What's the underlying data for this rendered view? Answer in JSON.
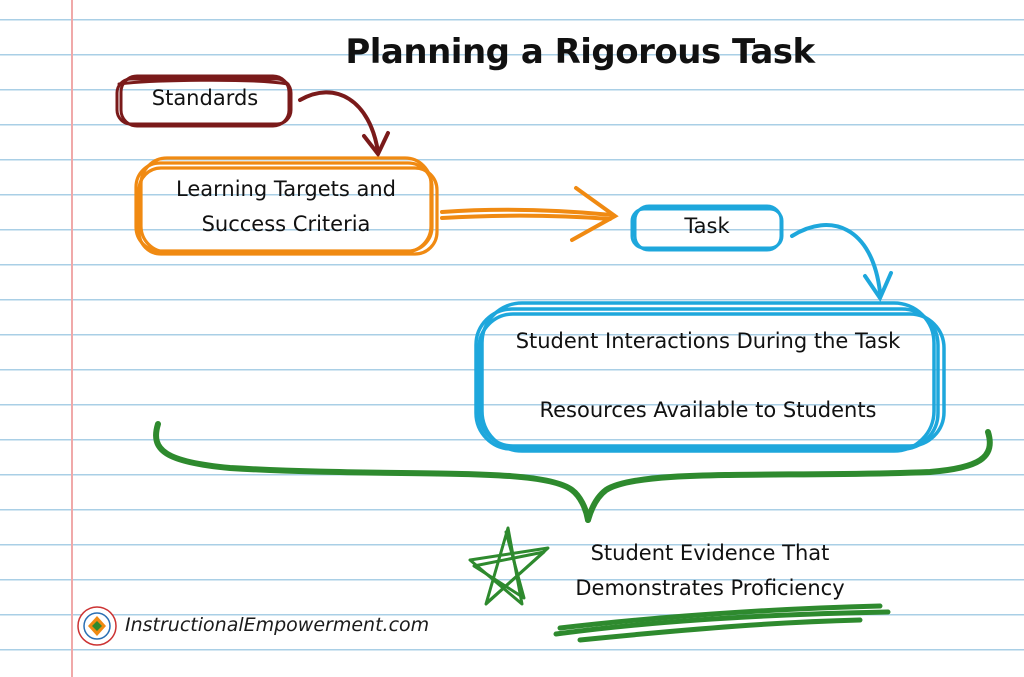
{
  "diagram": {
    "title": "Planning a Rigorous Task",
    "nodes": {
      "standards": "Standards",
      "learning_targets_line1": "Learning Targets and",
      "learning_targets_line2": "Success Criteria",
      "task": "Task",
      "student_interactions": "Student Interactions During the Task",
      "resources": "Resources Available to Students",
      "evidence_line1": "Student Evidence That",
      "evidence_line2": "Demonstrates Proficiency"
    },
    "edges": [
      {
        "from": "Standards",
        "to": "Learning Targets and Success Criteria"
      },
      {
        "from": "Learning Targets and Success Criteria",
        "to": "Task"
      },
      {
        "from": "Task",
        "to": "Student Interactions During the Task"
      }
    ],
    "colors": {
      "standards": "#7a1a1a",
      "learning_targets": "#f08a12",
      "task": "#1ea7dc",
      "brace": "#2e8a2e",
      "star": "#2e8a2e"
    },
    "icons": [
      "star-icon",
      "logo-icon"
    ]
  },
  "footer": {
    "website": "InstructionalEmpowerment.com"
  }
}
